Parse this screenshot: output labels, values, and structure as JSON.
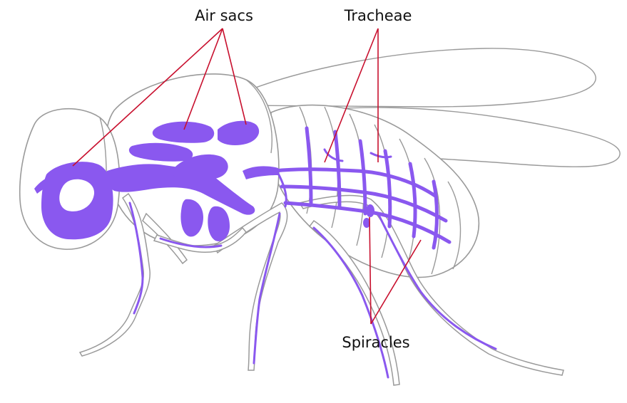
{
  "labels": {
    "air_sacs": "Air sacs",
    "tracheae": "Tracheae",
    "spiracles": "Spiracles"
  },
  "colors": {
    "respiratory_system": "#8a58ef",
    "pointer_lines": "#c8102e",
    "outline": "#9a9a9a",
    "background": "#ffffff"
  }
}
